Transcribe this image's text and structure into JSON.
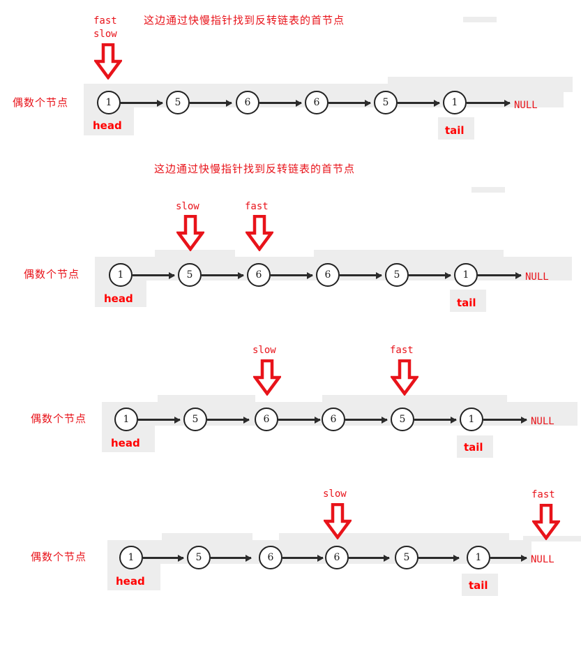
{
  "meta": {
    "diagram_title": "快慢指针查找反转链表首节点示意图",
    "accent_red": "#e8131a",
    "bold_red": "#ff0000",
    "node_stroke": "#222222",
    "band_gray": "#ededed",
    "link_color": "#2b2b2b"
  },
  "labels": {
    "even_nodes": "偶数个节点",
    "caption": "这边通过快慢指针找到反转链表的首节点",
    "fast": "fast",
    "slow": "slow",
    "head": "head",
    "tail": "tail",
    "null": "NULL"
  },
  "list": {
    "values": [
      "1",
      "5",
      "6",
      "6",
      "5",
      "1"
    ],
    "count": 6
  },
  "steps": [
    {
      "id": "step-1",
      "row_label": "偶数个节点",
      "caption": "这边通过快慢指针找到反转链表的首节点",
      "nodes": [
        "1",
        "5",
        "6",
        "6",
        "5",
        "1"
      ],
      "head_index": 0,
      "tail_index": 5,
      "slow_index": 0,
      "fast_index": 0,
      "pointer_stack": [
        "fast",
        "slow"
      ],
      "terminator": "NULL"
    },
    {
      "id": "step-2",
      "row_label": "偶数个节点",
      "caption": "这边通过快慢指针找到反转链表的首节点",
      "nodes": [
        "1",
        "5",
        "6",
        "6",
        "5",
        "1"
      ],
      "head_index": 0,
      "tail_index": 5,
      "slow_index": 1,
      "fast_index": 2,
      "terminator": "NULL"
    },
    {
      "id": "step-3",
      "row_label": "偶数个节点",
      "nodes": [
        "1",
        "5",
        "6",
        "6",
        "5",
        "1"
      ],
      "head_index": 0,
      "tail_index": 5,
      "slow_index": 2,
      "fast_index": 4,
      "terminator": "NULL"
    },
    {
      "id": "step-4",
      "row_label": "偶数个节点",
      "nodes": [
        "1",
        "5",
        "6",
        "6",
        "5",
        "1"
      ],
      "head_index": 0,
      "tail_index": 5,
      "slow_index": 3,
      "fast_index": 6,
      "fast_on_null": true,
      "terminator": "NULL"
    }
  ]
}
